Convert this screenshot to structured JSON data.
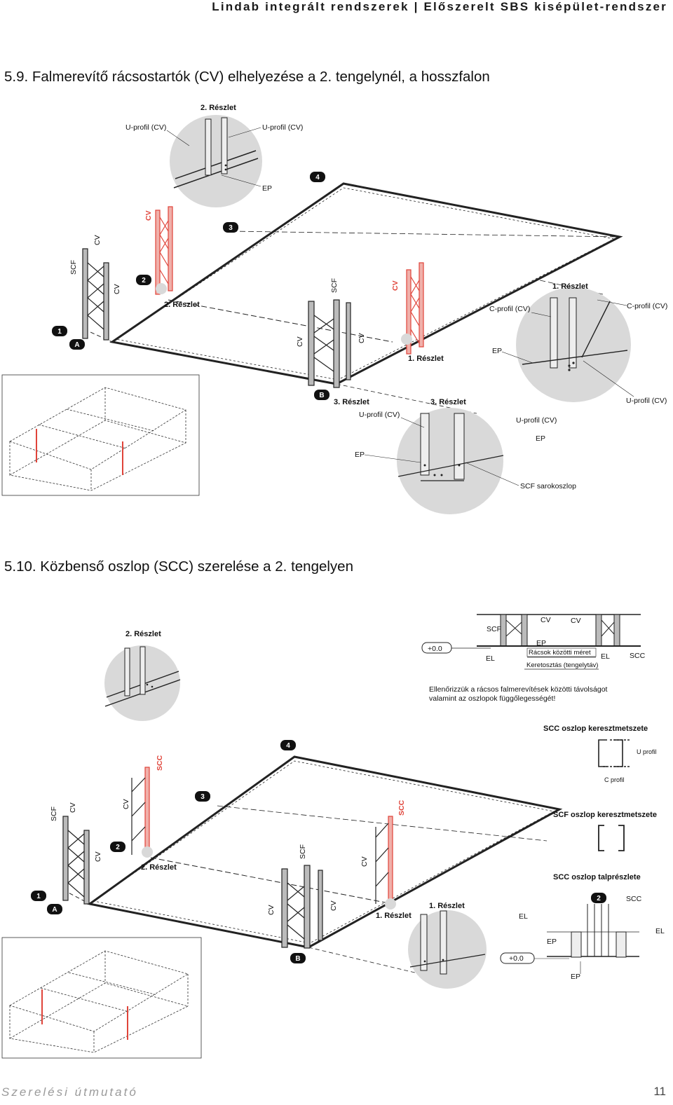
{
  "header": {
    "text": "Lindab integrált rendszerek   |   Előszerelt SBS kisépület-rendszer"
  },
  "section1": {
    "title": "5.9. Falmerevítő rácsostartók (CV) elhelyezése a 2. tengelynél, a hosszfalon",
    "detail2": {
      "title": "2. Részlet",
      "left": "U-profil (CV)",
      "right": "U-profil (CV)",
      "ep": "EP"
    },
    "detail1": {
      "title": "1. Részlet",
      "left": "C-profil (CV)",
      "right": "C-profil (CV)",
      "ep": "EP",
      "bottom": "U-profil (CV)"
    },
    "detail3": {
      "title": "3. Részlet",
      "left": "U-profil (CV)",
      "right": "U-profil (CV)",
      "ep_left": "EP",
      "ep_right": "EP",
      "corner": "SCF sarokoszlop"
    },
    "main": {
      "badges": [
        "1",
        "2",
        "3",
        "4",
        "A",
        "B"
      ],
      "scf": "SCF",
      "cv": "CV",
      "ref2": "2. Részlet",
      "ref1": "1. Részlet",
      "ref3": "3. Részlet"
    }
  },
  "section2": {
    "title": "5.10. Közbenső oszlop (SCC) szerelése a 2. tengelyen",
    "detail2": {
      "title": "2. Részlet"
    },
    "elevation": {
      "scf": "SCF",
      "cv1": "CV",
      "cv2": "CV",
      "ep": "EP",
      "grid": "Rácsok közötti méret",
      "spacing": "Keretosztás (tengelytáv)",
      "el1": "EL",
      "el2": "EL",
      "scc": "SCC",
      "level": "+0.0"
    },
    "note": {
      "line1": "Ellenőrizzük a rácsos falmerevítések közötti távolságot",
      "line2": "valamint az oszlopok függőlegességét!"
    },
    "scc_section": {
      "title": "SCC oszlop keresztmetszete",
      "u": "U profil",
      "c": "C profil"
    },
    "scf_section": {
      "title": "SCF oszlop keresztmetszete"
    },
    "scc_foot": {
      "title": "SCC oszlop talprészlete",
      "badge": "2",
      "scc": "SCC",
      "el1": "EL",
      "el2": "EL",
      "ep1": "EP",
      "ep2": "EP",
      "level": "+0.0"
    },
    "main": {
      "badges": [
        "1",
        "2",
        "3",
        "4",
        "A",
        "B"
      ],
      "scf": "SCF",
      "cv": "CV",
      "scc": "SCC",
      "ref2": "2. Részlet",
      "ref1": "1. Részlet",
      "detail1_title": "1. Részlet"
    }
  },
  "footer": {
    "left": "Szerelési útmutató",
    "page": "11"
  },
  "colors": {
    "accent_red": "#e0443a",
    "detail_bg": "#d9d9d9",
    "line": "#222222",
    "badge": "#111111"
  }
}
